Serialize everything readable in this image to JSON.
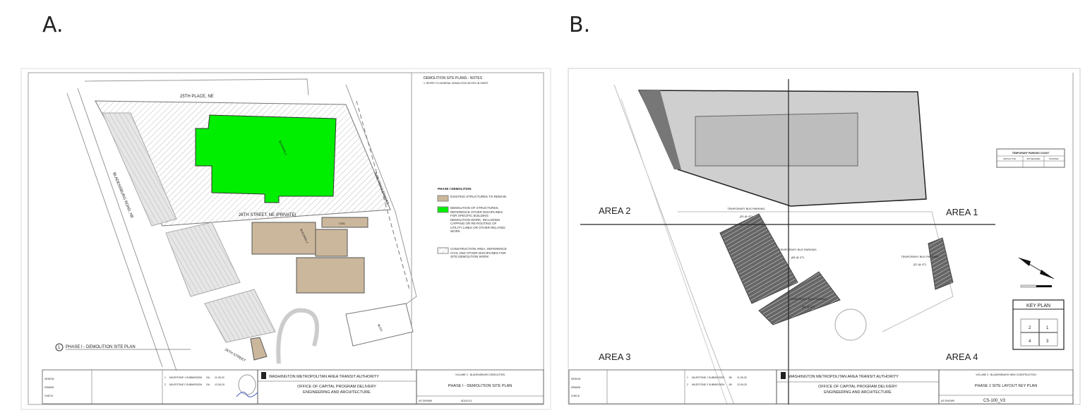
{
  "labels": {
    "a": "A.",
    "b": "B."
  },
  "colors": {
    "demolition": "#00ee00",
    "existing": "#cbb79c",
    "hatch": "#bbbbbb",
    "building_gray": "#c8c8c8",
    "parking_dark": "#555555"
  },
  "panel_a": {
    "header_note_title": "DEMOLITION SITE PLANS - NOTES",
    "header_note": "1. REFER TO GENERAL DEMOLITION NOTES IN SHEET",
    "streets": {
      "top": "25TH PLACE, NE",
      "middle": "26TH STREET, NE (PRIVATE)",
      "left": "BLADENSBURG ROAD, NE",
      "right": "RAIL ROAD TRACKS",
      "bottom": "26TH STREET"
    },
    "buildings": {
      "demolish": "BUILDING 1",
      "existing": "BUILDING 2",
      "cng": "CNG",
      "bldg": "BLDG"
    },
    "legend": {
      "title": "PHASE I DEMOLITION",
      "items": [
        {
          "label": "EXISTING STRUCTURES TO REMAIN",
          "swatch": "existing"
        },
        {
          "label": "DEMOLITION OF STRUCTURES, REFERENCE OTHER DISCIPLINES FOR SPECIFIC BUILDING DEMOLITION WORK, INCLUDING CAPPING OR RE-ROUTING OF UTILITY LINES OR OTHER RELATED WORK",
          "swatch": "demolition"
        },
        {
          "label": "CONSTRUCTION AREA, REFERENCE CIVIL AND OTHER DISCIPLINES FOR SITE DEMOLITION WORK",
          "swatch": "hatch"
        }
      ]
    },
    "plan_title": "PHASE I - DEMOLITION SITE PLAN",
    "plan_number": "1",
    "title_block": {
      "authority": "WASHINGTON METROPOLITAN AREA TRANSIT AUTHORITY",
      "office": "OFFICE OF CAPITAL PROGRAM DELIVERY",
      "dept": "ENGINEERING AND ARCHITECTURE",
      "volume": "VOLUME 2 - BLADENSBURG DEMOLITION",
      "sheet_title": "PHASE I - DEMOLITION SITE PLAN",
      "scale": "AS SHOWN",
      "drawing_no": "AD110.01",
      "rows": [
        "DESIGN",
        "DRAWN",
        "CHECK"
      ],
      "revisions": [
        {
          "no": "1",
          "desc": "MILESTONE 1 SUBMISSION",
          "by": "GA",
          "date": "11-05-20"
        },
        {
          "no": "2",
          "desc": "MILESTONE 2 SUBMISSION",
          "by": "GA",
          "date": "12-05-20"
        }
      ]
    }
  },
  "panel_b": {
    "areas": [
      "AREA 1",
      "AREA 2",
      "AREA 3",
      "AREA 4"
    ],
    "parking": [
      {
        "label": "TEMPORARY BUS PARKING",
        "count": "(25 @ 47')"
      },
      {
        "label": "TEMPORARY BUS PARKING",
        "count": "(58 @ 47')"
      },
      {
        "label": "TEMPORARY BUS PARKING",
        "count": "(22 @ 47')"
      },
      {
        "label": "TEMPORARY BUS PARKING",
        "count": "(58 @ 47')"
      }
    ],
    "parking_table": {
      "title": "TEMPORARY PARKING COUNT",
      "headers": [
        "VEHICLE TYPE",
        "RFP REQUIRED",
        "PROVIDED"
      ]
    },
    "key_plan": {
      "title": "KEY PLAN",
      "cells": [
        "2",
        "1",
        "4",
        "3"
      ]
    },
    "title_block": {
      "authority": "WASHINGTON METROPOLITAN AREA TRANSIT AUTHORITY",
      "office": "OFFICE OF CAPITAL PROGRAM DELIVERY",
      "dept": "ENGINEERING AND ARCHITECTURE",
      "volume": "VOLUME 3 - BLADENSBURG NEW CONSTRUCTION",
      "sheet_title": "PHASE 1 SITE LAYOUT KEY PLAN",
      "scale": "AS SHOWN",
      "drawing_no": "CS-100_V3",
      "rows": [
        "DESIGN",
        "DRAWN",
        "CHECK"
      ],
      "revisions": [
        {
          "no": "1",
          "desc": "MILESTONE 1 SUBMISSION",
          "by": "JM",
          "date": "11-05-20"
        },
        {
          "no": "2",
          "desc": "MILESTONE 2 SUBMISSION",
          "by": "JM",
          "date": "12-05-20"
        }
      ]
    }
  }
}
